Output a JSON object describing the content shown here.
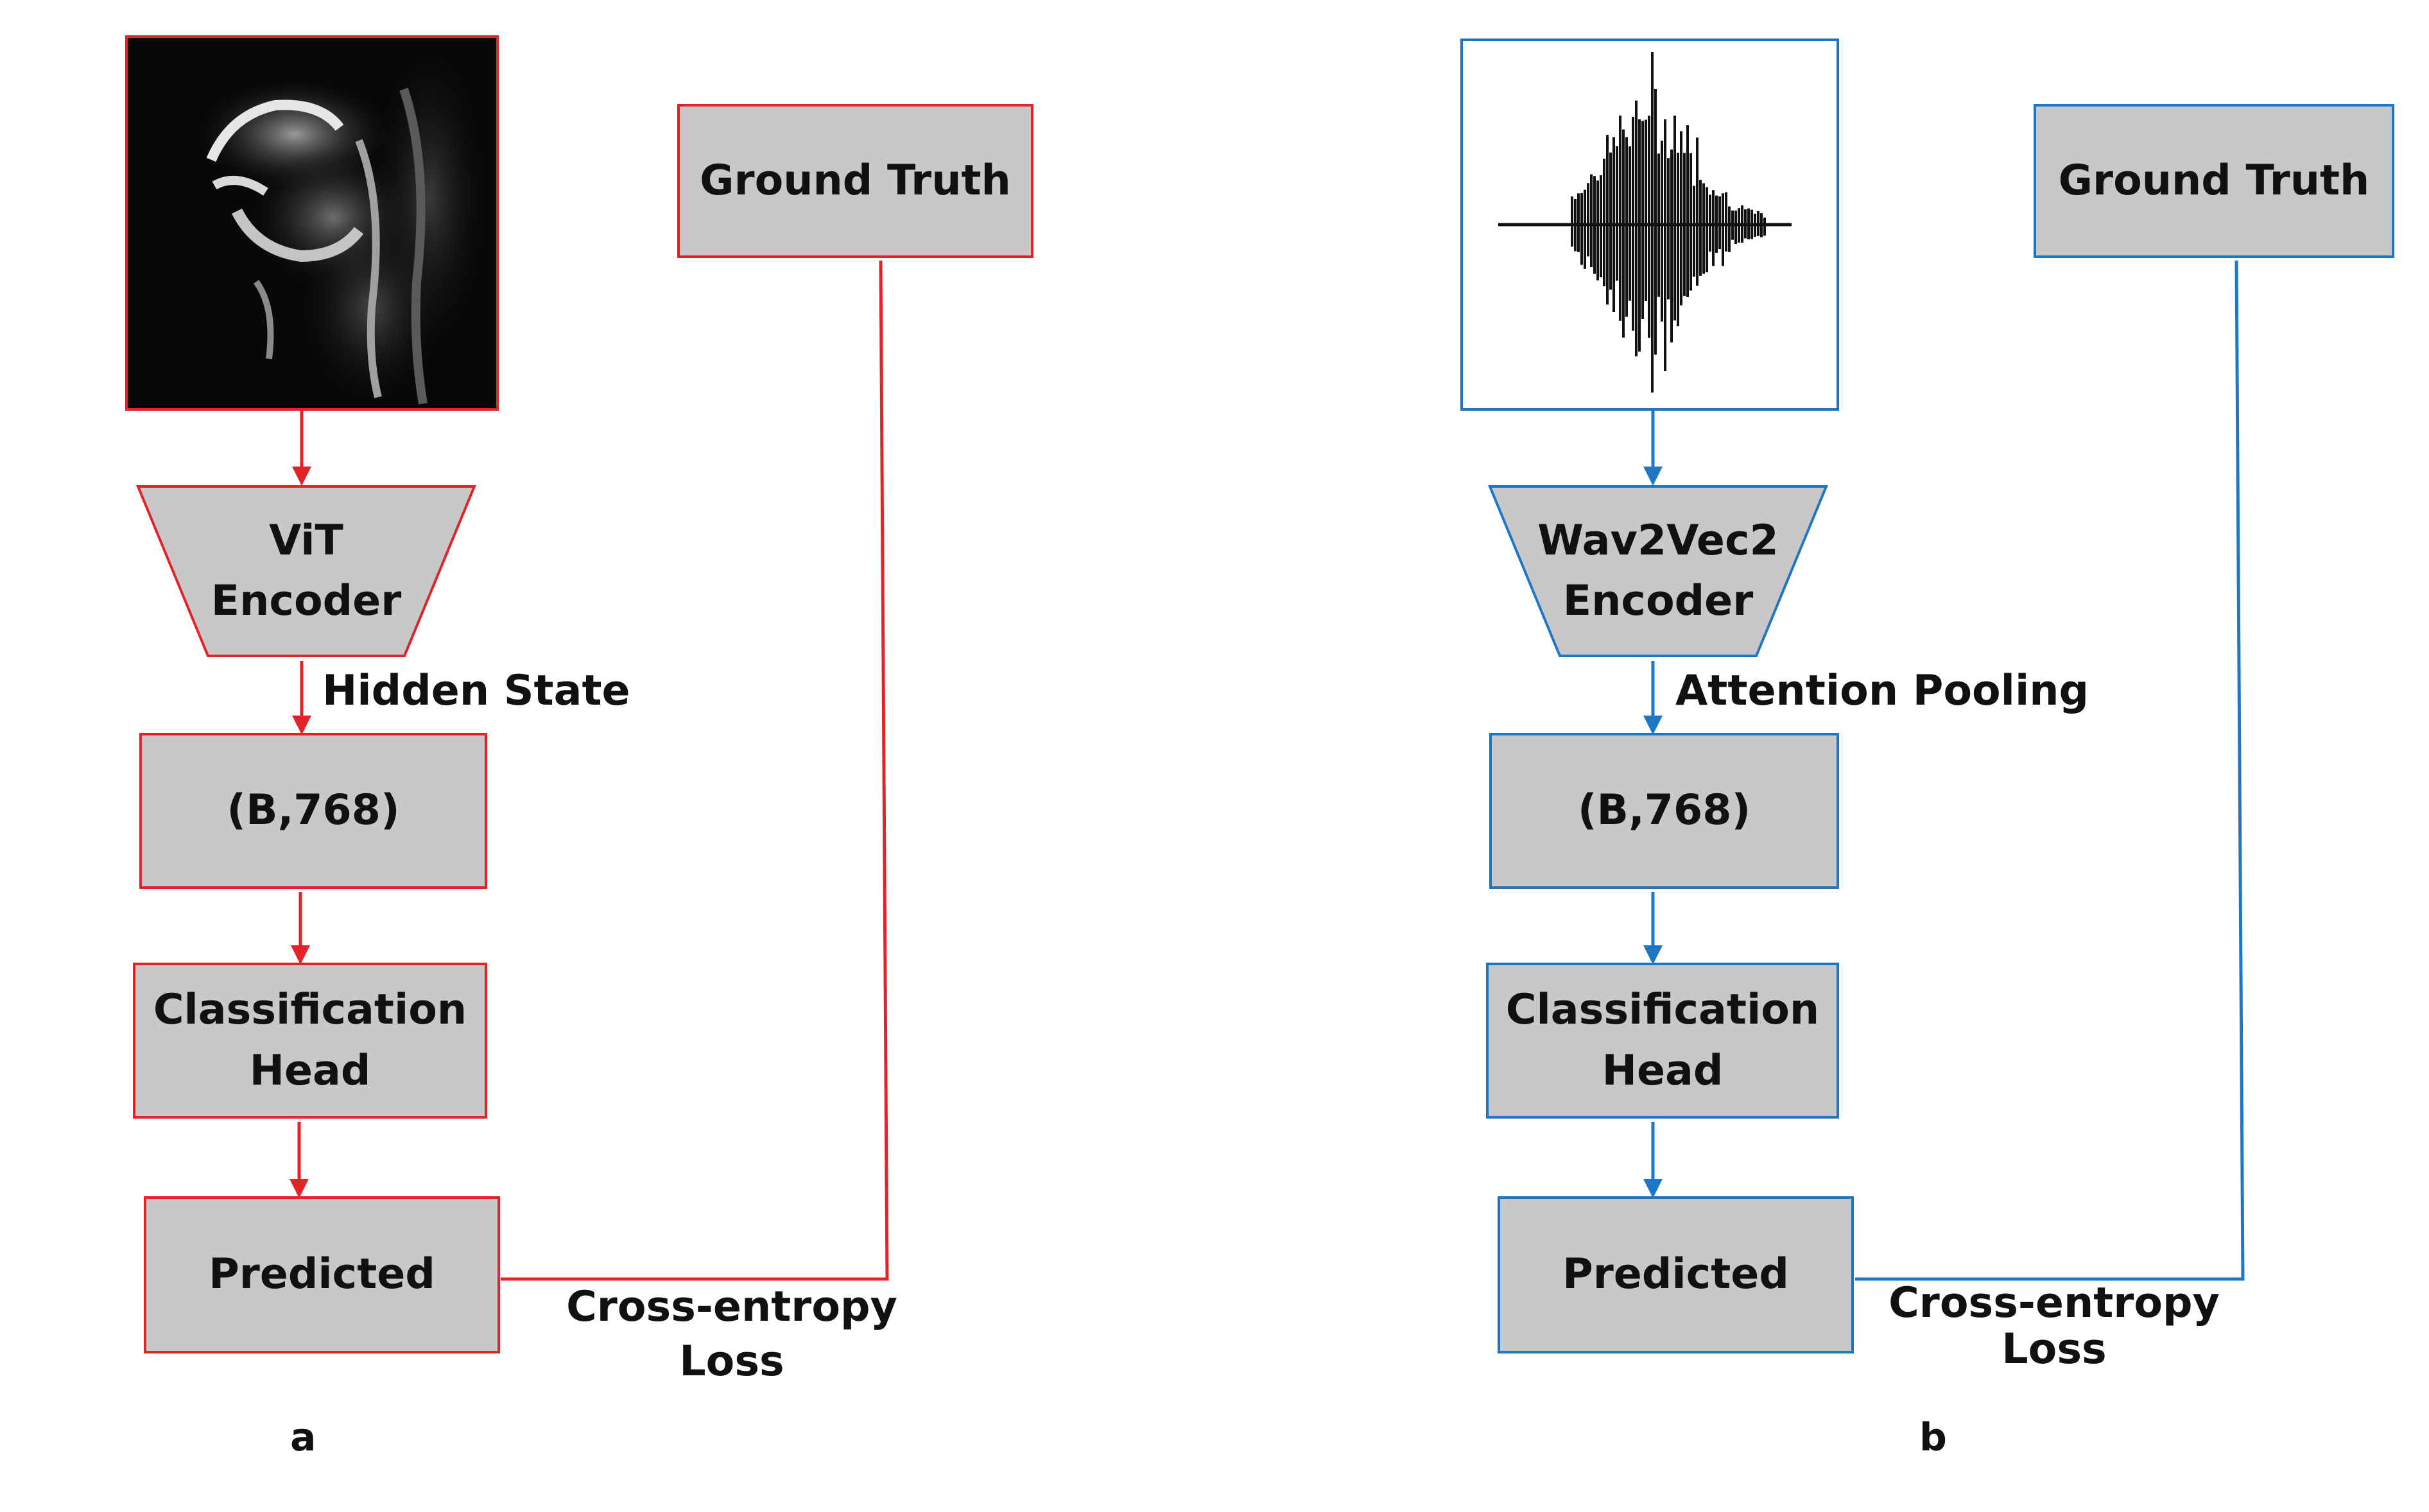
{
  "colors": {
    "panel_a": "#e0242a",
    "panel_b": "#1f77c4",
    "box_fill": "#c8c8c8"
  },
  "panel_a": {
    "letter": "a",
    "input_image": "mri-vocal-tract-image",
    "ground_truth": "Ground Truth",
    "encoder_line1": "ViT",
    "encoder_line2": "Encoder",
    "connector_label": "Hidden State",
    "shape_box": "(B,768)",
    "head_line1": "Classification",
    "head_line2": "Head",
    "predicted": "Predicted",
    "loss_line1": "Cross-entropy",
    "loss_line2": "Loss"
  },
  "panel_b": {
    "letter": "b",
    "input_image": "audio-waveform-image",
    "ground_truth": "Ground Truth",
    "encoder_line1": "Wav2Vec2",
    "encoder_line2": "Encoder",
    "connector_label": "Attention Pooling",
    "shape_box": "(B,768)",
    "head_line1": "Classification",
    "head_line2": "Head",
    "predicted": "Predicted",
    "loss_line1": "Cross-entropy",
    "loss_line2": "Loss"
  }
}
